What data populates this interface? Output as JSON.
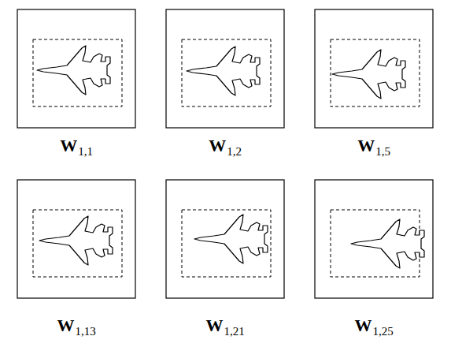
{
  "diagram": {
    "labels": [
      "W",
      "1,1",
      "W",
      "1,2",
      "W",
      "1,5",
      "W",
      "1,13",
      "W",
      "1,21",
      "W",
      "1,25"
    ]
  }
}
